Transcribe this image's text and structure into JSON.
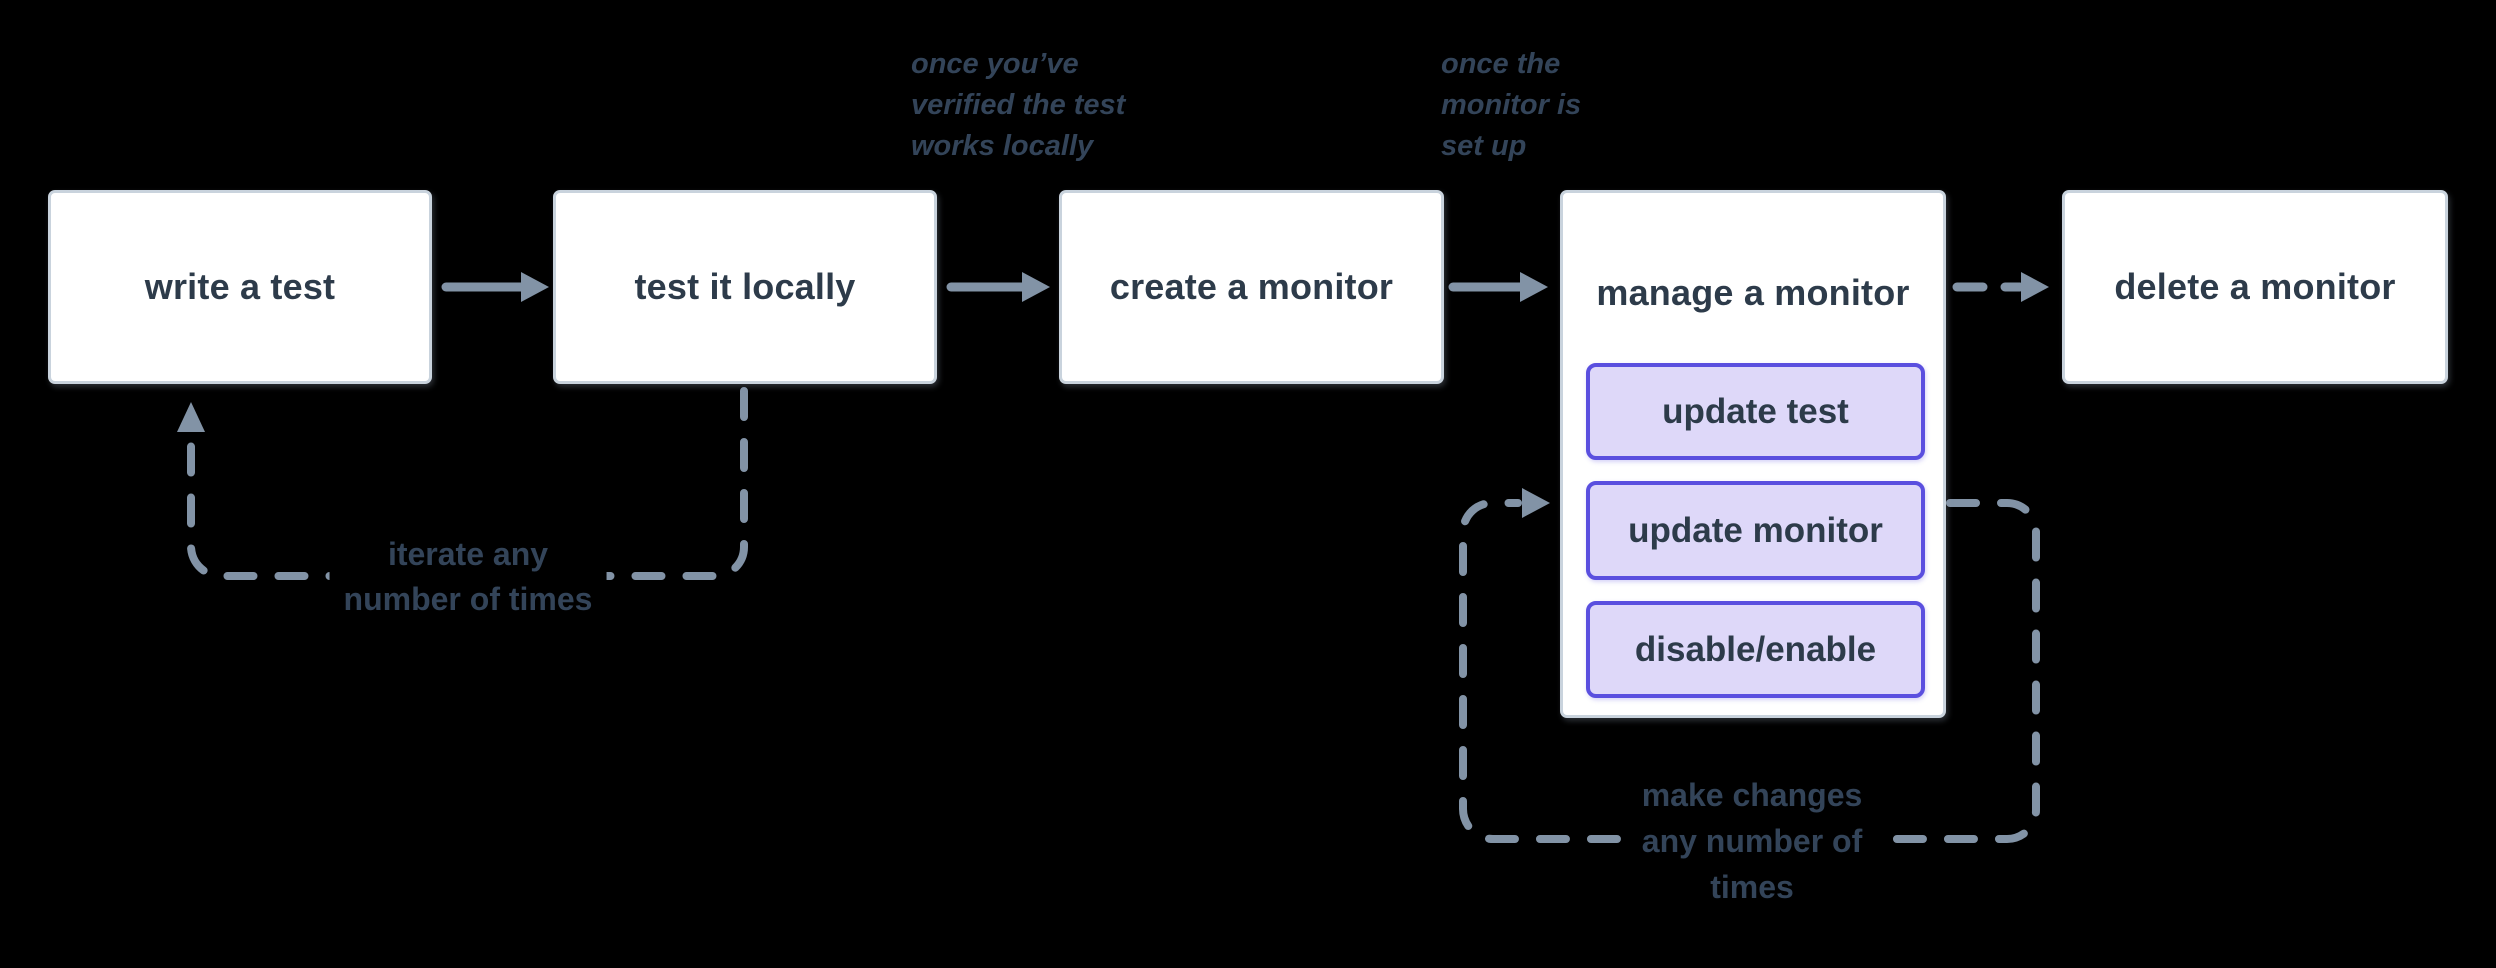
{
  "diagram": {
    "title": "synthetic test / monitor lifecycle flowchart",
    "background": "#000000"
  },
  "colors": {
    "background": "#000000",
    "box_fill": "#ffffff",
    "box_border": "#c9d3dd",
    "box_text": "#2d3b4a",
    "connector": "#8293a6",
    "annotation_text": "#334459",
    "subbox_fill": "#ded8f9",
    "subbox_border": "#5a4fdf",
    "subbox_text": "#2d3b4a"
  },
  "boxes": [
    {
      "id": "write-test",
      "label": "write a test"
    },
    {
      "id": "test-locally",
      "label": "test it locally"
    },
    {
      "id": "create-monitor",
      "label": "create a monitor"
    },
    {
      "id": "manage-monitor",
      "label": "manage a monitor",
      "children": [
        {
          "label": "update test"
        },
        {
          "label": "update monitor"
        },
        {
          "label": "disable/enable"
        }
      ]
    },
    {
      "id": "delete-monitor",
      "label": "delete a monitor"
    }
  ],
  "annotations": [
    {
      "id": "once-verified",
      "text": "once you’ve\nverified the test\nworks locally"
    },
    {
      "id": "once-set-up",
      "text": "once the\nmonitor is\nset up"
    }
  ],
  "loop_labels": [
    {
      "id": "iterate",
      "text": "iterate any\nnumber of times"
    },
    {
      "id": "make-changes",
      "text": "make changes\nany number of\ntimes"
    }
  ]
}
